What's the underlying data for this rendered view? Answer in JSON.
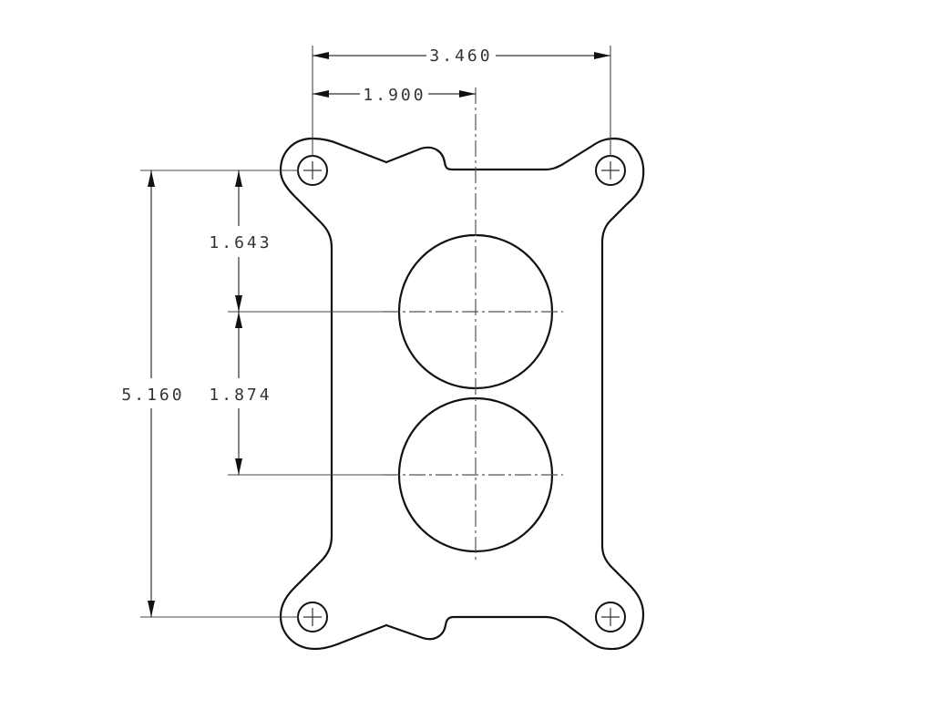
{
  "drawing": {
    "title": "2-barrel carburetor gasket / base plate dimensional drawing",
    "units_note": "",
    "dimensions": {
      "overall_width": {
        "label": "3.460",
        "value": 3.46,
        "orientation": "horizontal"
      },
      "hole_to_bore_centerline": {
        "label": "1.900",
        "value": 1.9,
        "orientation": "horizontal"
      },
      "overall_height": {
        "label": "5.160",
        "value": 5.16,
        "orientation": "vertical"
      },
      "hole_to_first_bore": {
        "label": "1.643",
        "value": 1.643,
        "orientation": "vertical"
      },
      "bore_spacing": {
        "label": "1.874",
        "value": 1.874,
        "orientation": "vertical"
      }
    },
    "features": {
      "mounting_holes": [
        {
          "name": "top-left",
          "icon": "bolt-hole-icon"
        },
        {
          "name": "top-right",
          "icon": "bolt-hole-icon"
        },
        {
          "name": "bottom-left",
          "icon": "bolt-hole-icon"
        },
        {
          "name": "bottom-right",
          "icon": "bolt-hole-icon"
        }
      ],
      "bores": [
        {
          "name": "upper-bore"
        },
        {
          "name": "lower-bore"
        }
      ]
    },
    "colors": {
      "line": "#111111",
      "dimension": "#333333",
      "background": "#ffffff"
    }
  }
}
